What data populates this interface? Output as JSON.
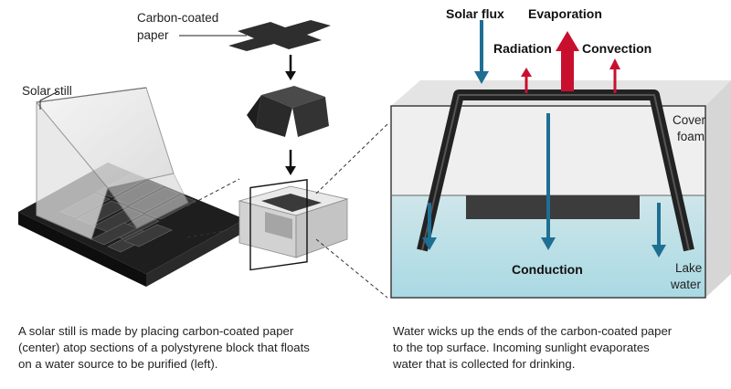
{
  "labels": {
    "carbon_paper_line1": "Carbon-coated",
    "carbon_paper_line2": "paper",
    "solar_still": "Solar still",
    "solar_flux": "Solar flux",
    "evaporation": "Evaporation",
    "radiation": "Radiation",
    "convection": "Convection",
    "cover_line1": "Cover",
    "cover_line2": "foam",
    "conduction": "Conduction",
    "lake_line1": "Lake",
    "lake_line2": "water"
  },
  "captions": {
    "left_line1": "A solar still is made by placing carbon-coated paper",
    "left_line2": "(center) atop sections of a polystyrene block that floats",
    "left_line3": "on a water source to be purified (left).",
    "right_line1": "Water wicks up the ends of the carbon-coated paper",
    "right_line2": "to the top surface. Incoming sunlight evaporates",
    "right_line3": "water that is collected for drinking."
  },
  "colors": {
    "heat_arrow": "#c8102e",
    "water_arrow": "#1f6f93",
    "lake_water": "#bfe3ea",
    "foam": "#eeeeee",
    "paper": "#2e2e2e"
  }
}
